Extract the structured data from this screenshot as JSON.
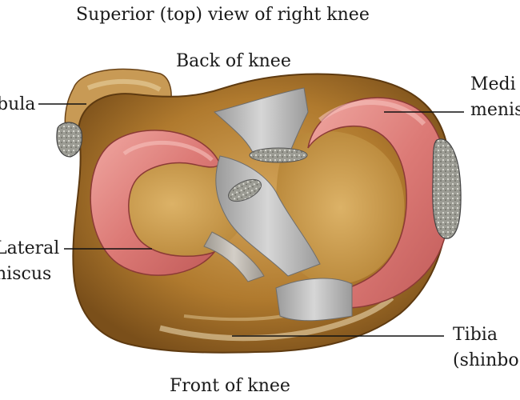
{
  "title": "Superior (top) view of right knee",
  "orientation": {
    "back": "Back of knee",
    "front": "Front of knee"
  },
  "labels": {
    "fibula": "bula",
    "medial_line1": "Medi",
    "medial_line2": "menis",
    "lateral_line1": "Lateral",
    "lateral_line2": "niscus",
    "tibia_line1": "Tibia",
    "tibia_line2": "(shinbo"
  },
  "colors": {
    "bone": "#b07a2e",
    "bone_light": "#d8b070",
    "meniscus": "#d97070",
    "meniscus_inner": "#ec9a94",
    "ligament": "#b8b8b8",
    "cartilage": "#c99a4e"
  }
}
